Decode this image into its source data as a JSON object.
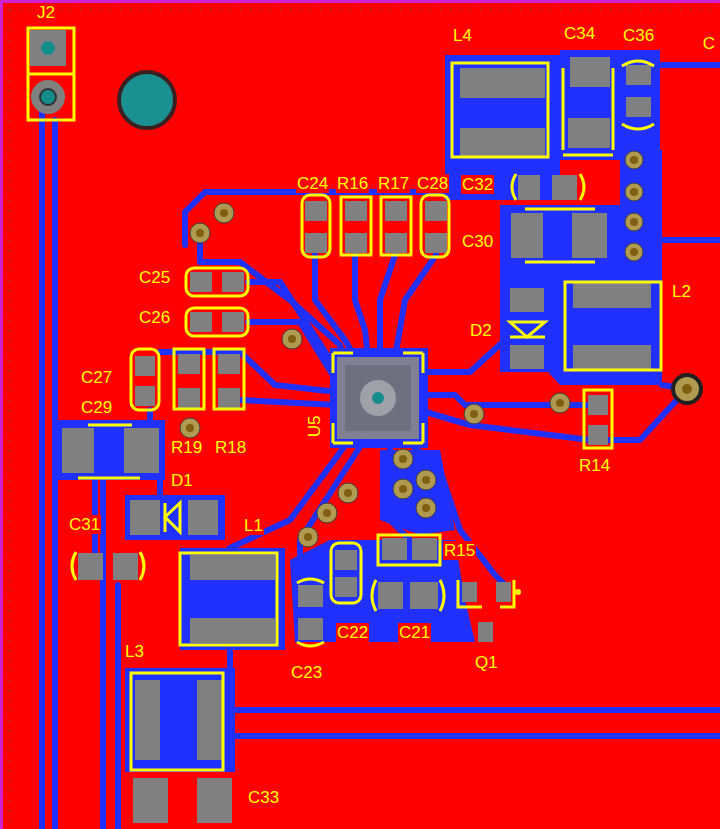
{
  "diagram": {
    "labels": [
      "J2",
      "L4",
      "C34",
      "C36",
      "C",
      "C24",
      "R16",
      "R17",
      "C28",
      "C32",
      "C30",
      "C25",
      "L2",
      "C26",
      "D2",
      "C27",
      "C29",
      "U5",
      "R19",
      "R18",
      "R14",
      "D1",
      "C31",
      "L1",
      "R15",
      "C22",
      "C21",
      "Q1",
      "C23",
      "L3",
      "C33"
    ]
  }
}
